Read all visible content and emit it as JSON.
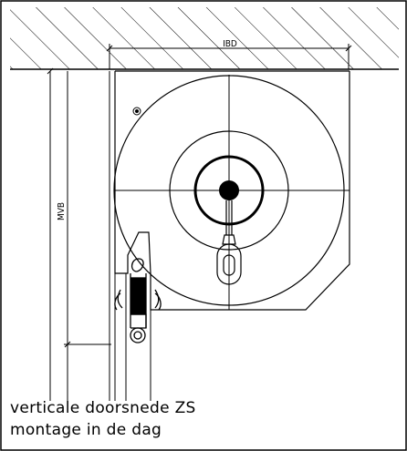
{
  "dimensions": {
    "width_label": "IBD",
    "height_label": "MVB"
  },
  "caption": {
    "line1": "verticale doorsnede ZS",
    "line2": "montage in de dag"
  },
  "colors": {
    "line": "#000000",
    "background": "#ffffff"
  }
}
